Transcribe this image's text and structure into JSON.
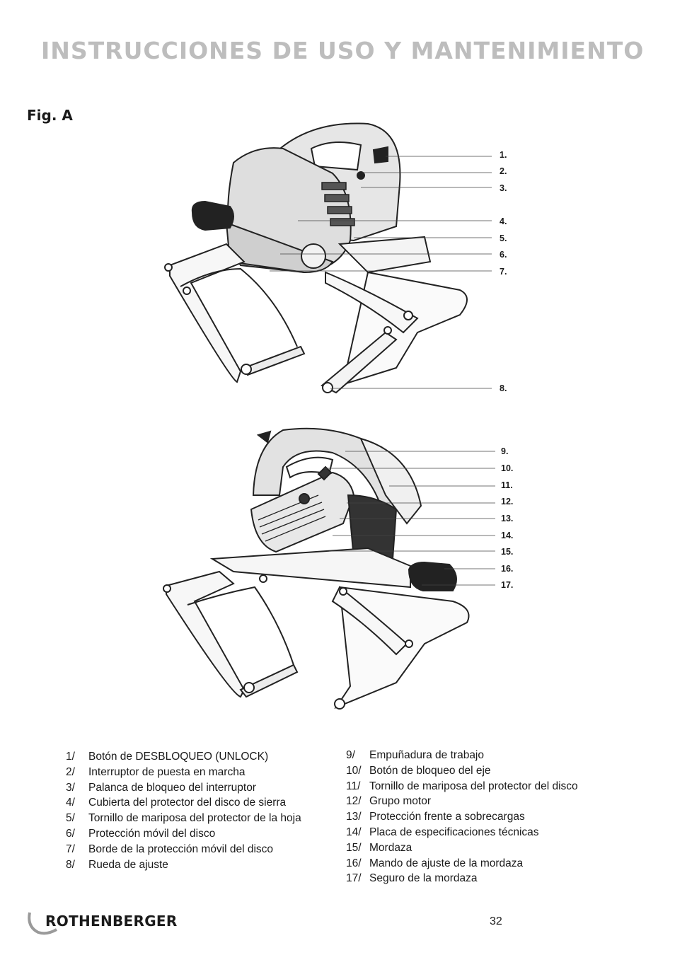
{
  "header": {
    "title": "INSTRUCCIONES DE USO Y MANTENIMIENTO"
  },
  "figure": {
    "label": "Fig. A",
    "callouts_top": [
      "1.",
      "2.",
      "3.",
      "4.",
      "5.",
      "6.",
      "7.",
      "8."
    ],
    "callouts_bottom": [
      "9.",
      "10.",
      "11.",
      "12.",
      "13.",
      "14.",
      "15.",
      "16.",
      "17."
    ]
  },
  "legend": {
    "left": [
      {
        "num": "1/",
        "text": "Botón de DESBLOQUEO (UNLOCK)"
      },
      {
        "num": "2/",
        "text": "Interruptor de puesta en marcha"
      },
      {
        "num": "3/",
        "text": "Palanca de bloqueo del interruptor"
      },
      {
        "num": "4/",
        "text": "Cubierta del protector del disco de sierra"
      },
      {
        "num": "5/",
        "text": "Tornillo de mariposa del protector de la hoja"
      },
      {
        "num": "6/",
        "text": "Protección móvil del disco"
      },
      {
        "num": "7/",
        "text": "Borde de la protección móvil del disco"
      },
      {
        "num": "8/",
        "text": "Rueda de ajuste"
      }
    ],
    "right": [
      {
        "num": "9/",
        "text": "Empuñadura de trabajo"
      },
      {
        "num": "10/",
        "text": "Botón de bloqueo del eje"
      },
      {
        "num": "11/",
        "text": "Tornillo de mariposa del protector del disco"
      },
      {
        "num": "12/",
        "text": "Grupo motor"
      },
      {
        "num": "13/",
        "text": "Protección frente a sobrecargas"
      },
      {
        "num": "14/",
        "text": "Placa de especificaciones técnicas"
      },
      {
        "num": "15/",
        "text": "Mordaza"
      },
      {
        "num": "16/",
        "text": "Mando de ajuste de la mordaza"
      },
      {
        "num": "17/",
        "text": "Seguro de la mordaza"
      }
    ]
  },
  "footer": {
    "brand": "ROTHENBERGER",
    "page_number": "32"
  },
  "colors": {
    "title_gray": "#bdbdbd",
    "text": "#1a1a1a"
  }
}
